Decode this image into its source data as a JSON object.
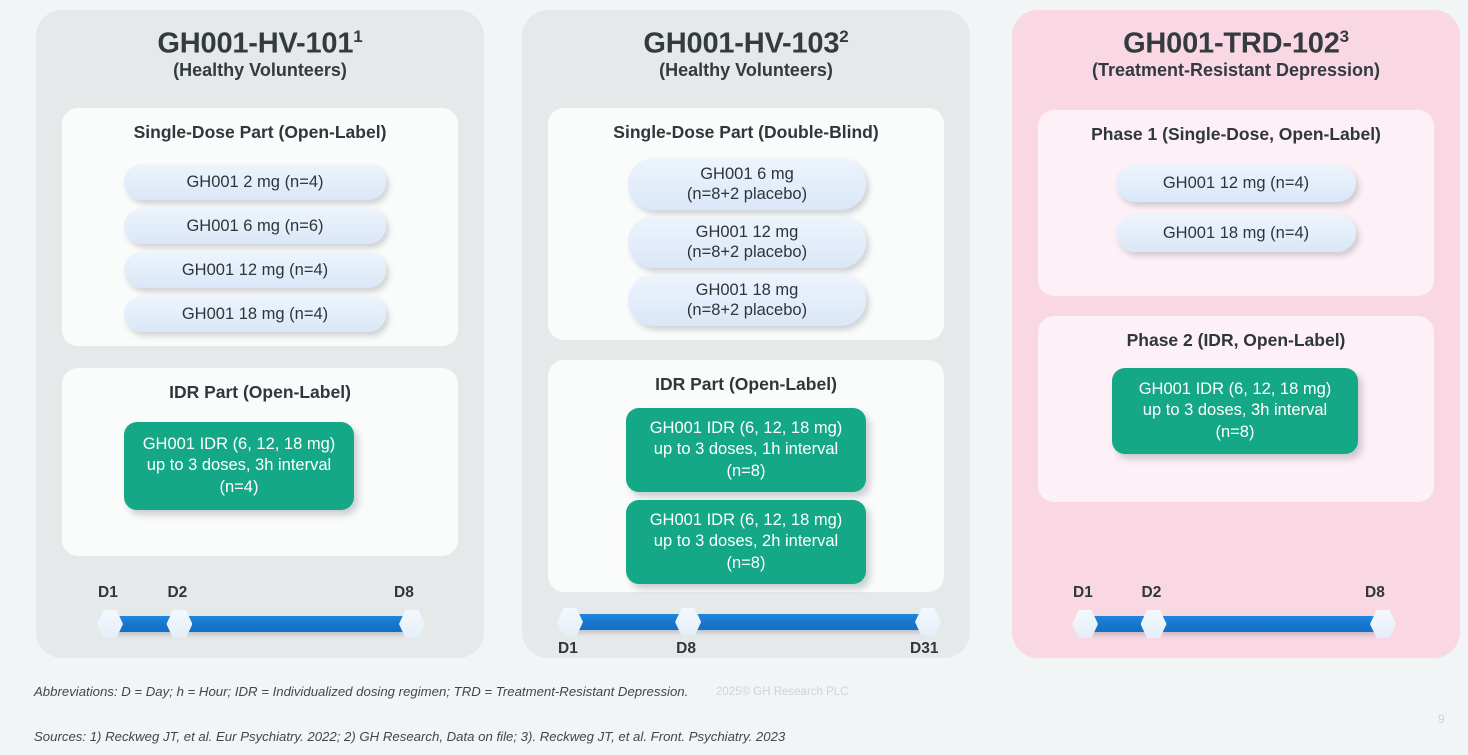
{
  "colors": {
    "background": "#F2F5F6",
    "panel_grey": "#E6E9EA",
    "panel_pink": "#F9D7E3",
    "card_white": "#FAFBFB",
    "card_light_pink": "#FDF0F6",
    "pill_blue": "#E3EDFA",
    "idr_green": "#14A886",
    "timeline_blue": "#1678CE",
    "text_dark": "#333A40"
  },
  "columns": [
    {
      "id": "gh001-hv-101",
      "code": "GH001-HV-101",
      "superscript": "1",
      "population": "(Healthy Volunteers)",
      "panel_style": "grey",
      "cards": [
        {
          "id": "single-dose-part",
          "title": "Single-Dose Part (Open-Label)",
          "pills": [
            {
              "lines": [
                "GH001 2 mg (n=4)"
              ]
            },
            {
              "lines": [
                "GH001 6 mg (n=6)"
              ]
            },
            {
              "lines": [
                "GH001 12 mg (n=4)"
              ]
            },
            {
              "lines": [
                "GH001 18 mg (n=4)"
              ]
            }
          ],
          "idr_boxes": []
        },
        {
          "id": "idr-part",
          "title": "IDR Part (Open-Label)",
          "pills": [],
          "idr_boxes": [
            {
              "lines": [
                "GH001 IDR (6, 12, 18 mg)",
                "up to 3 doses, 3h interval",
                "(n=4)"
              ]
            }
          ]
        }
      ],
      "timeline": {
        "label_position": "above",
        "nodes": [
          {
            "label": "D1",
            "position_pct": 0
          },
          {
            "label": "D2",
            "position_pct": 23
          },
          {
            "label": "D8",
            "position_pct": 100
          }
        ]
      }
    },
    {
      "id": "gh001-hv-103",
      "code": "GH001-HV-103",
      "superscript": "2",
      "population": "(Healthy Volunteers)",
      "panel_style": "grey",
      "cards": [
        {
          "id": "single-dose-part",
          "title": "Single-Dose Part (Double-Blind)",
          "pills": [
            {
              "lines": [
                "GH001 6 mg",
                "(n=8+2 placebo)"
              ]
            },
            {
              "lines": [
                "GH001 12 mg",
                "(n=8+2 placebo)"
              ]
            },
            {
              "lines": [
                "GH001 18 mg",
                "(n=8+2 placebo)"
              ]
            }
          ],
          "idr_boxes": []
        },
        {
          "id": "idr-part",
          "title": "IDR Part (Open-Label)",
          "pills": [],
          "idr_boxes": [
            {
              "lines": [
                "GH001 IDR (6, 12, 18 mg)",
                "up to 3 doses, 1h interval",
                "(n=8)"
              ]
            },
            {
              "lines": [
                "GH001 IDR (6, 12, 18 mg)",
                "up to 3 doses, 2h interval",
                "(n=8)"
              ]
            }
          ]
        }
      ],
      "timeline": {
        "label_position": "below",
        "nodes": [
          {
            "label": "D1",
            "position_pct": 0
          },
          {
            "label": "D8",
            "position_pct": 33
          },
          {
            "label": "D31",
            "position_pct": 100
          }
        ]
      }
    },
    {
      "id": "gh001-trd-102",
      "code": "GH001-TRD-102",
      "superscript": "3",
      "population": "(Treatment-Resistant Depression)",
      "panel_style": "pink",
      "cards": [
        {
          "id": "phase-1",
          "title": "Phase 1 (Single-Dose, Open-Label)",
          "pills": [
            {
              "lines": [
                "GH001 12 mg (n=4)"
              ]
            },
            {
              "lines": [
                "GH001 18 mg (n=4)"
              ]
            }
          ],
          "idr_boxes": []
        },
        {
          "id": "phase-2",
          "title": "Phase 2 (IDR, Open-Label)",
          "pills": [],
          "idr_boxes": [
            {
              "lines": [
                "GH001 IDR (6, 12, 18 mg)",
                "up to 3 doses, 3h interval",
                "(n=8)"
              ]
            }
          ]
        }
      ],
      "timeline": {
        "label_position": "above",
        "nodes": [
          {
            "label": "D1",
            "position_pct": 0
          },
          {
            "label": "D2",
            "position_pct": 23
          },
          {
            "label": "D8",
            "position_pct": 100
          }
        ]
      }
    }
  ],
  "footer": {
    "abbreviations": "Abbreviations: D = Day; h = Hour; IDR = Individualized dosing regimen; TRD = Treatment-Resistant Depression.",
    "sources": "Sources: 1) Reckweg JT, et al. Eur Psychiatry. 2022; 2) GH Research, Data on file; 3). Reckweg JT, et al. Front. Psychiatry. 2023",
    "copyright": "2025© GH Research PLC",
    "page_number": "9"
  }
}
